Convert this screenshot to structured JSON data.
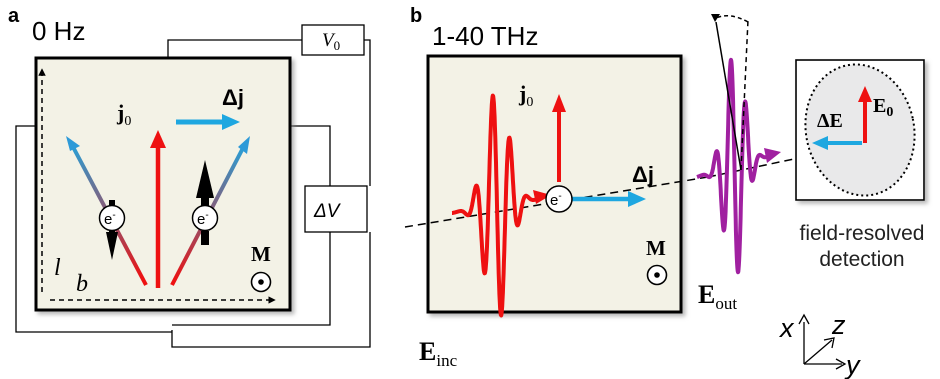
{
  "panel_a": {
    "letter": "a",
    "freq": "0 Hz",
    "v0": "V",
    "v0_sub": "0",
    "dv": "ΔV",
    "j0": "j",
    "j0_sub": "0",
    "dj": "Δj",
    "m": "M",
    "electron": "e",
    "electron_sup": "-",
    "length": "l",
    "width": "b"
  },
  "panel_b": {
    "letter": "b",
    "freq": "1-40 THz",
    "j0": "j",
    "j0_sub": "0",
    "dj": "Δj",
    "m": "M",
    "electron": "e",
    "electron_sup": "-",
    "e_inc": "E",
    "e_inc_sub": "inc",
    "e_out": "E",
    "e_out_sub": "out",
    "de": "ΔE",
    "e0": "E",
    "e0_sub": "0",
    "detection_line1": "field-resolved",
    "detection_line2": "detection",
    "axis_x": "x",
    "axis_z": "z",
    "axis_y": "y"
  },
  "colors": {
    "red": "#ee1111",
    "blue": "#1ea7e0",
    "magenta": "#a020a0",
    "sample_bg": "#f3f2e6"
  }
}
